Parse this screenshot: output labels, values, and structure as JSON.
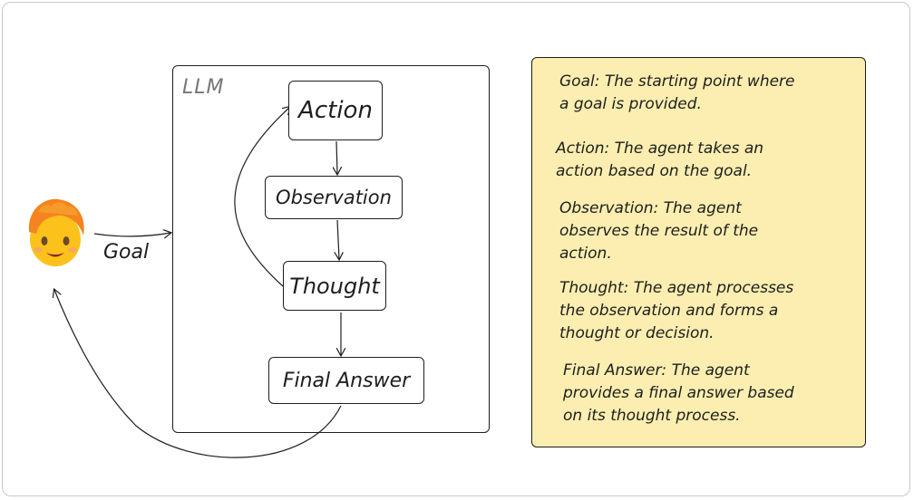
{
  "llm_label": "LLM",
  "nodes": {
    "action": "Action",
    "observation": "Observation",
    "thought": "Thought",
    "final_answer": "Final Answer"
  },
  "goal_label": "Goal",
  "user_icon": "smiling-child-emoji-icon",
  "note": {
    "background_color": "#fbeeb0",
    "goal": "Goal: The starting point where\na goal is provided.",
    "action": "Action: The agent takes an\naction based on the goal.",
    "observation": "Observation: The agent\nobserves the result of the\naction.",
    "thought": "Thought: The agent processes\nthe observation and forms a\nthought or decision.",
    "final_answer": "Final Answer: The agent\nprovides a final answer based\non its thought process."
  }
}
